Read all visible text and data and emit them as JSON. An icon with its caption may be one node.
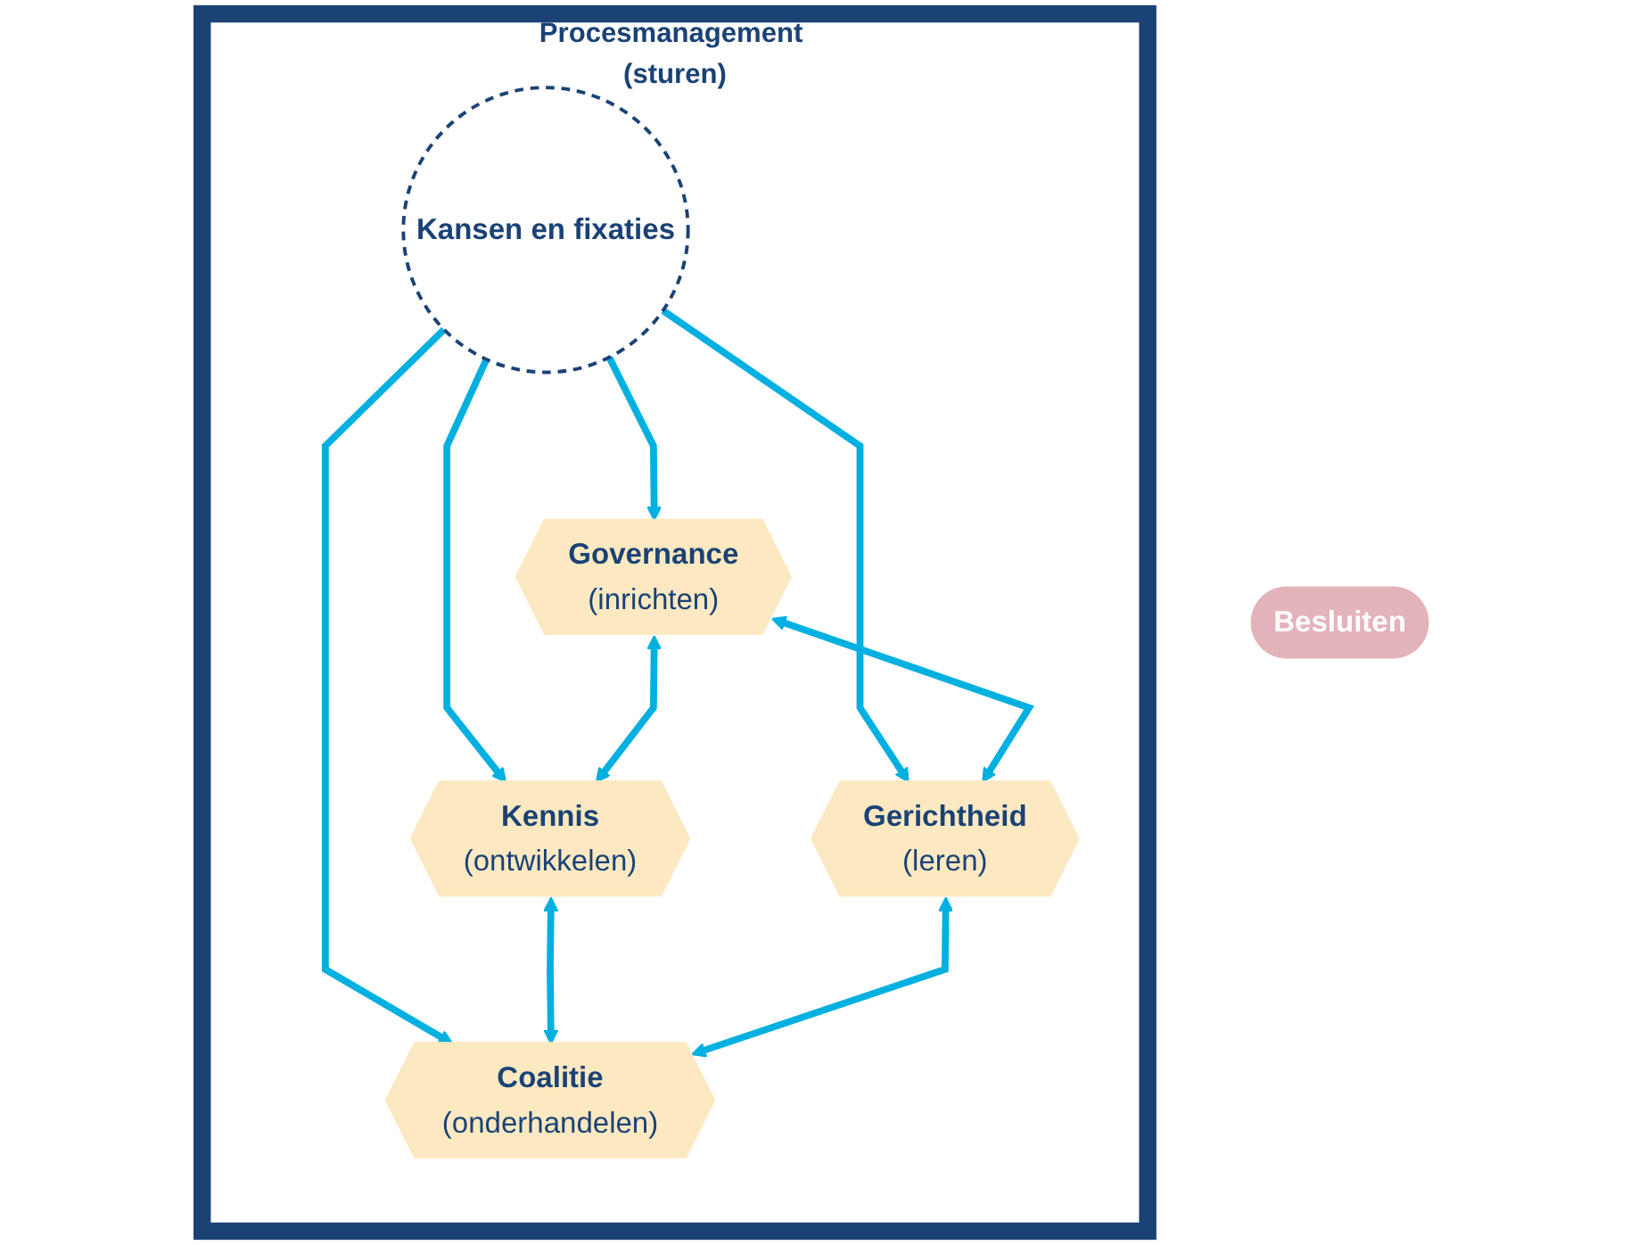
{
  "diagram": {
    "nodes": [
      {
        "text": [
          "Procesmanagement (sturen)"
        ]
      },
      {
        "text": [
          "Governance",
          "(inrichten)"
        ],
        "in": 0
      },
      {
        "text": [
          "Kennis",
          "(ontwikkelen)"
        ],
        "in": 0
      },
      {
        "text": [
          "Kansen en fixaties"
        ],
        "in": 0
      },
      {
        "text": [
          "Gerichtheid",
          "(leren)"
        ],
        "in": 0
      },
      {
        "text": [
          "Coalitie",
          "(onderhandelen)"
        ],
        "in": 0
      },
      {
        "text": [
          "Besluiten"
        ]
      }
    ],
    "edges": [
      {
        "from": 3,
        "to": 1,
        "arrow": "to"
      },
      {
        "from": 3,
        "to": 2,
        "arrow": "to"
      },
      {
        "from": 3,
        "to": 4,
        "arrow": "to"
      },
      {
        "from": 3,
        "to": 5,
        "arrow": "to"
      },
      {
        "from": 1,
        "to": 2,
        "arrow": "both"
      },
      {
        "from": 1,
        "to": 4,
        "arrow": "both"
      },
      {
        "from": 2,
        "to": 5,
        "arrow": "both"
      },
      {
        "from": 4,
        "to": 5,
        "arrow": "both"
      }
    ]
  }
}
